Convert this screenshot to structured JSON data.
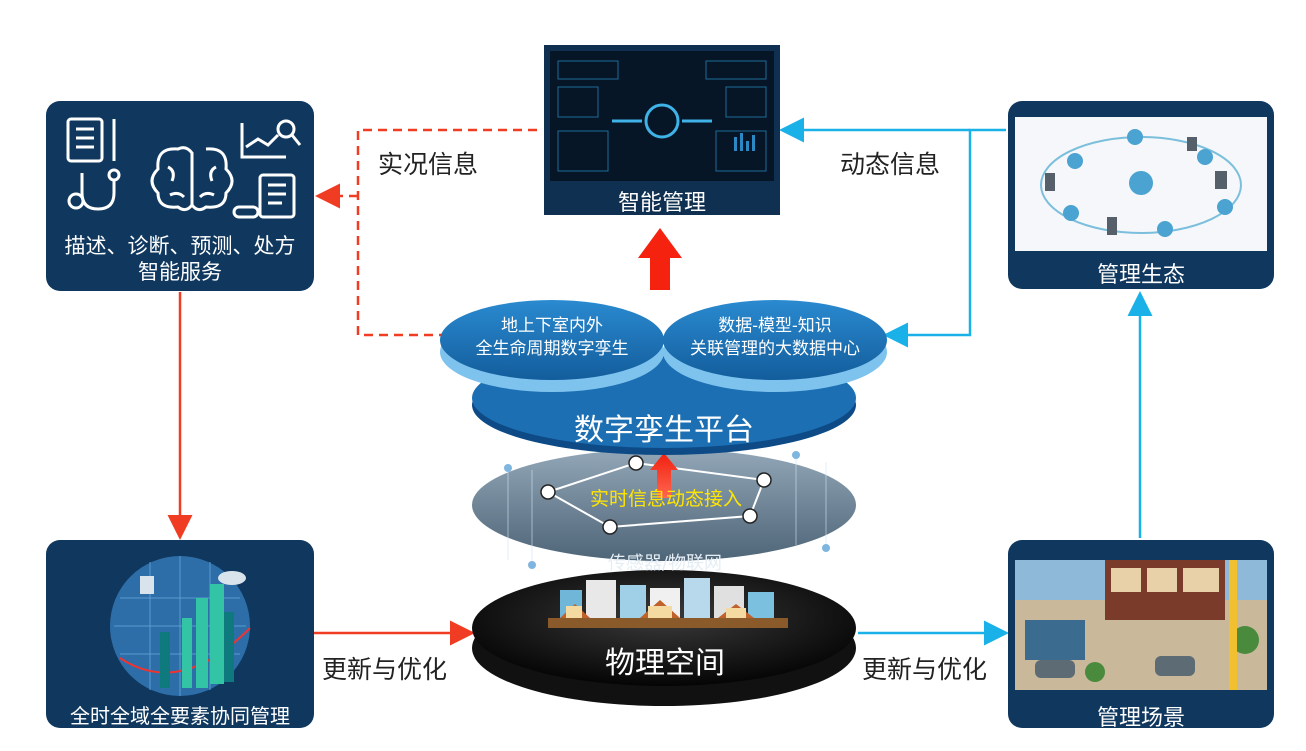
{
  "cards": {
    "service": {
      "caption_line1": "描述、诊断、预测、处方",
      "caption_line2": "智能服务"
    },
    "smart_mgmt": {
      "caption": "智能管理"
    },
    "ecology": {
      "caption": "管理生态"
    },
    "collab": {
      "caption": "全时全域全要素协同管理"
    },
    "scene": {
      "caption": "管理场景"
    }
  },
  "arrows": {
    "live_info": "实况信息",
    "dynamic_info": "动态信息",
    "update_left": "更新与优化",
    "update_right": "更新与优化"
  },
  "platform": {
    "left_disc_line1": "地上下室内外",
    "left_disc_line2": "全生命周期数字孪生",
    "right_disc_line1": "数据-模型-知识",
    "right_disc_line2": "关联管理的大数据中心",
    "title": "数字孪生平台",
    "access": "实时信息动态接入",
    "sensor": "传感器/物联网",
    "physical": "物理空间"
  },
  "colors": {
    "card_bg": "#10385f",
    "red": "#f03c23",
    "blue": "#1ab0e8",
    "disc_blue": "#1c6fb3",
    "yellow": "#ffe600"
  }
}
